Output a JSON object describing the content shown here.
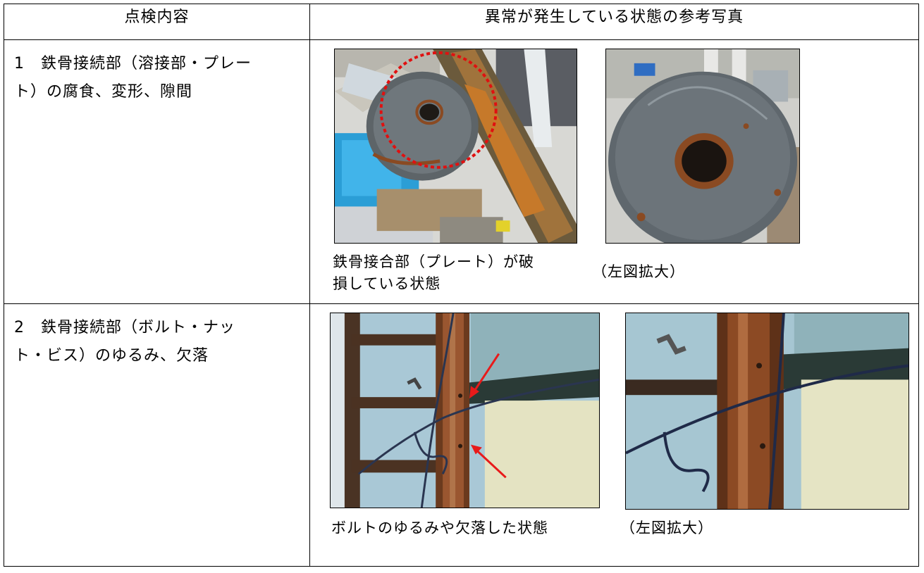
{
  "header": {
    "col1": "点検内容",
    "col2": "異常が発生している状態の参考写真"
  },
  "rows": [
    {
      "item_line1": "1　鉄骨接続部（溶接部・プレー",
      "item_line2": "ト）の腐食、変形、隙間",
      "photo_left_caption_line1": "鉄骨接合部（プレート）が破",
      "photo_left_caption_line2": "損している状態",
      "photo_right_caption": "（左図拡大）"
    },
    {
      "item_line1": "2　鉄骨接続部（ボルト・ナッ",
      "item_line2": "ト・ビス）のゆるみ、欠落",
      "photo_left_caption_line1": "ボルトのゆるみや欠落した状態",
      "photo_right_caption": "（左図拡大）"
    }
  ],
  "colors": {
    "highlight_circle": "#e01010",
    "arrow": "#e81a1a",
    "rust": "#8a4a22"
  }
}
